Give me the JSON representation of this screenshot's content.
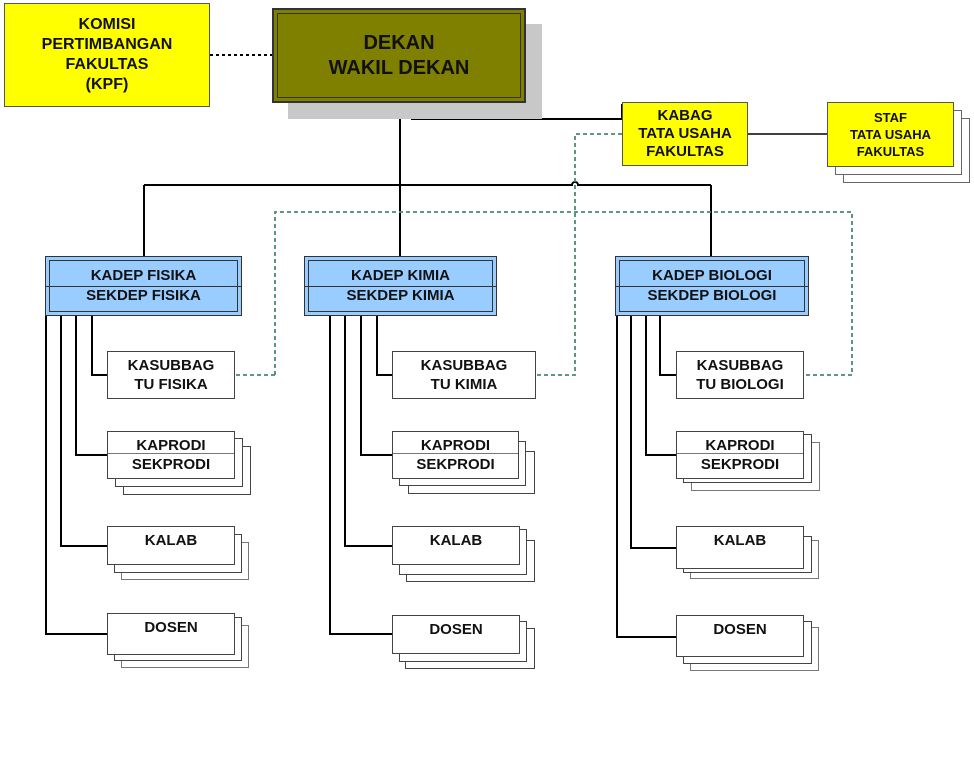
{
  "diagram": {
    "kpf": {
      "lines": [
        "KOMISI",
        "PERTIMBANGAN",
        "FAKULTAS",
        "(KPF)"
      ]
    },
    "dekan": {
      "lines": [
        "DEKAN",
        "WAKIL DEKAN"
      ]
    },
    "kabag": {
      "lines": [
        "KABAG",
        "TATA USAHA",
        "FAKULTAS"
      ]
    },
    "staf": {
      "lines": [
        "STAF",
        "TATA USAHA",
        "FAKULTAS"
      ]
    },
    "departments": [
      {
        "head": [
          "KADEP FISIKA",
          "SEKDEP FISIKA"
        ],
        "kasubbag": [
          "KASUBBAG",
          "TU FISIKA"
        ],
        "kaprodi": [
          "KAPRODI",
          "SEKPRODI"
        ],
        "kalab": "KALAB",
        "dosen": "DOSEN"
      },
      {
        "head": [
          "KADEP KIMIA",
          "SEKDEP KIMIA"
        ],
        "kasubbag": [
          "KASUBBAG",
          "TU KIMIA"
        ],
        "kaprodi": [
          "KAPRODI",
          "SEKPRODI"
        ],
        "kalab": "KALAB",
        "dosen": "DOSEN"
      },
      {
        "head": [
          "KADEP BIOLOGI",
          "SEKDEP BIOLOGI"
        ],
        "kasubbag": [
          "KASUBBAG",
          "TU BIOLOGI"
        ],
        "kaprodi": [
          "KAPRODI",
          "SEKPRODI"
        ],
        "kalab": "KALAB",
        "dosen": "DOSEN"
      }
    ],
    "colors": {
      "kpf_fill": "#ffff00",
      "dekan_fill": "#7f7f00",
      "kadep_fill": "#99ccff",
      "coordination_line": "#4a8a6a"
    }
  }
}
